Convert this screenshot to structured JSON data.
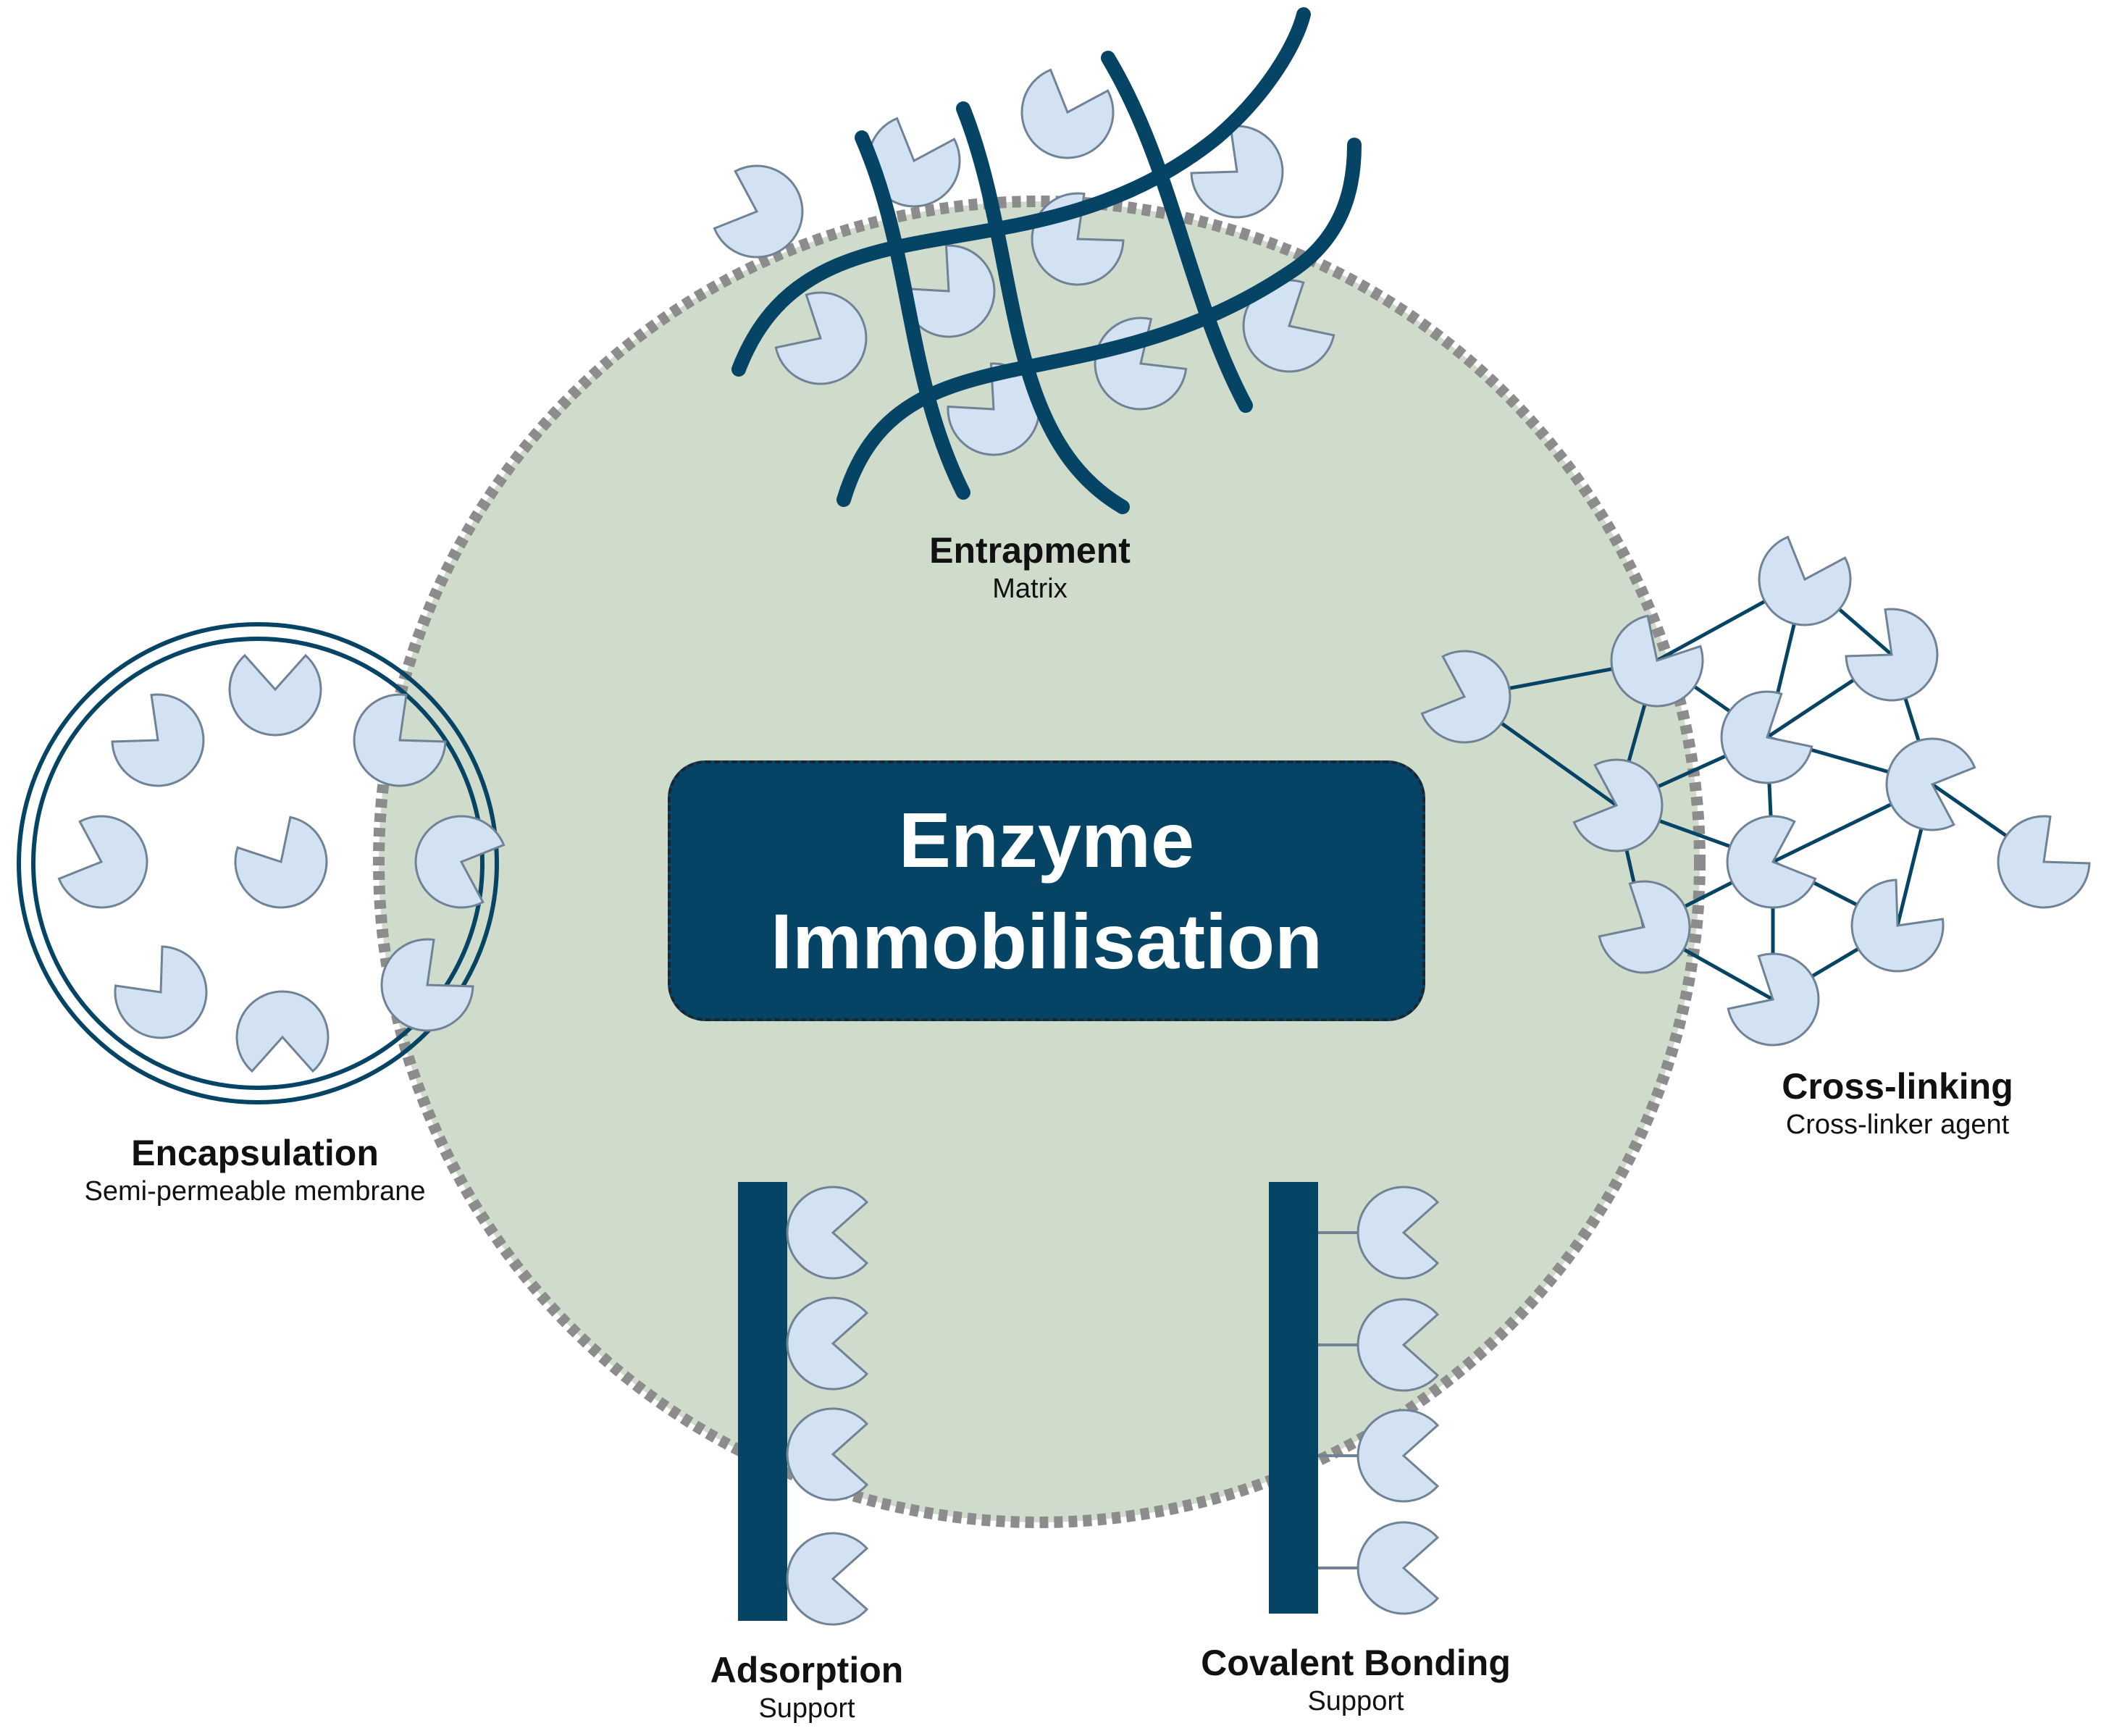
{
  "center": {
    "line1": "Enzyme",
    "line2": "Immobilisation"
  },
  "methods": {
    "entrapment": {
      "title": "Entrapment",
      "subtitle": "Matrix"
    },
    "crosslinking": {
      "title": "Cross-linking",
      "subtitle": "Cross-linker agent"
    },
    "encapsulation": {
      "title": "Encapsulation",
      "subtitle": "Semi-permeable membrane"
    },
    "adsorption": {
      "title": "Adsorption",
      "subtitle": "Support"
    },
    "covalent": {
      "title": "Covalent Bonding",
      "subtitle": "Support"
    }
  },
  "colors": {
    "hub_fill": "#d0dccb",
    "hub_outline": "#8c8c8c",
    "navy": "#064466",
    "enzyme_fill": "#d3e2f2",
    "enzyme_stroke": "#6f8296",
    "text": "#111111"
  },
  "icons": {
    "enzyme": "enzyme-pacman-icon"
  }
}
